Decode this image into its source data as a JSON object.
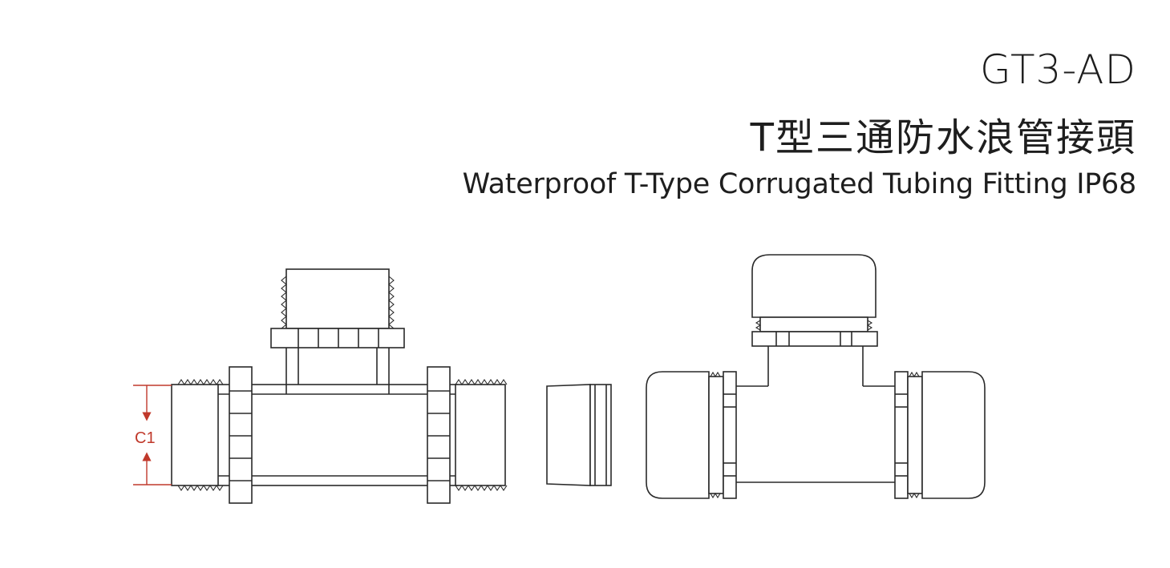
{
  "product": {
    "model": "GT3-AD",
    "title_cn": "T型三通防水浪管接頭",
    "title_en": "Waterproof T-Type Corrugated Tubing Fitting IP68"
  },
  "diagram": {
    "dimension_label": "C1",
    "accent_color": "#c0392b",
    "line_color": "#2a2a2a"
  }
}
